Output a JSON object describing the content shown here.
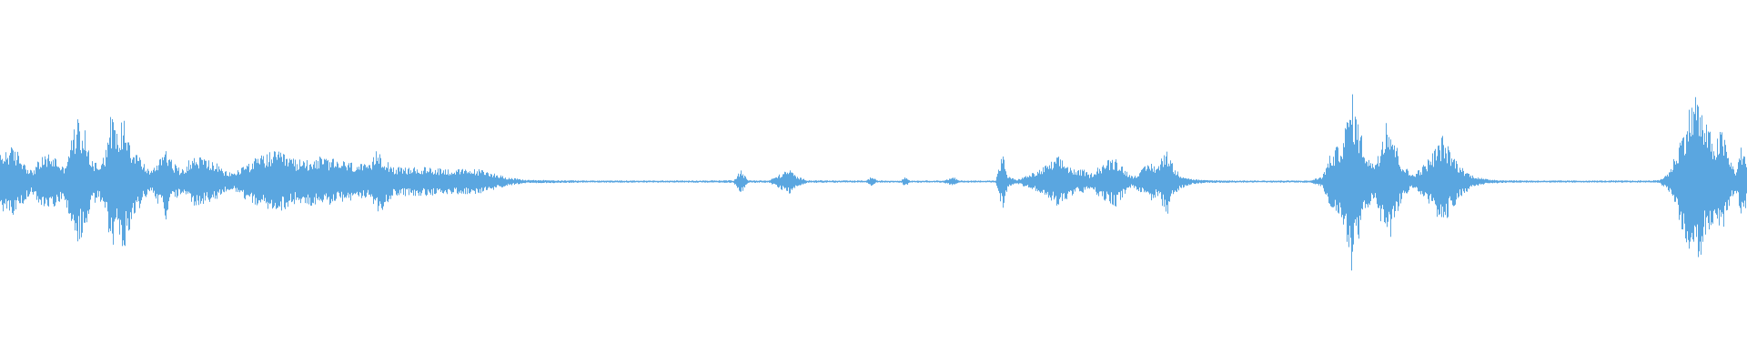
{
  "waveform": {
    "color": "#5aa6e0",
    "peaks": [
      [
        0.0,
        0.15
      ],
      [
        0.005,
        0.2
      ],
      [
        0.01,
        0.17
      ],
      [
        0.015,
        0.1
      ],
      [
        0.018,
        0.06
      ],
      [
        0.022,
        0.12
      ],
      [
        0.027,
        0.16
      ],
      [
        0.032,
        0.14
      ],
      [
        0.036,
        0.08
      ],
      [
        0.04,
        0.22
      ],
      [
        0.044,
        0.36
      ],
      [
        0.048,
        0.3
      ],
      [
        0.052,
        0.14
      ],
      [
        0.056,
        0.1
      ],
      [
        0.06,
        0.18
      ],
      [
        0.064,
        0.42
      ],
      [
        0.067,
        0.26
      ],
      [
        0.071,
        0.4
      ],
      [
        0.075,
        0.22
      ],
      [
        0.079,
        0.16
      ],
      [
        0.083,
        0.09
      ],
      [
        0.087,
        0.06
      ],
      [
        0.091,
        0.14
      ],
      [
        0.095,
        0.22
      ],
      [
        0.098,
        0.12
      ],
      [
        0.103,
        0.07
      ],
      [
        0.108,
        0.12
      ],
      [
        0.113,
        0.15
      ],
      [
        0.118,
        0.13
      ],
      [
        0.123,
        0.11
      ],
      [
        0.128,
        0.06
      ],
      [
        0.134,
        0.05
      ],
      [
        0.14,
        0.1
      ],
      [
        0.146,
        0.13
      ],
      [
        0.152,
        0.16
      ],
      [
        0.158,
        0.17
      ],
      [
        0.164,
        0.15
      ],
      [
        0.17,
        0.12
      ],
      [
        0.176,
        0.13
      ],
      [
        0.182,
        0.14
      ],
      [
        0.188,
        0.13
      ],
      [
        0.194,
        0.12
      ],
      [
        0.2,
        0.11
      ],
      [
        0.206,
        0.1
      ],
      [
        0.212,
        0.09
      ],
      [
        0.216,
        0.2
      ],
      [
        0.22,
        0.14
      ],
      [
        0.226,
        0.08
      ],
      [
        0.234,
        0.08
      ],
      [
        0.242,
        0.08
      ],
      [
        0.25,
        0.08
      ],
      [
        0.258,
        0.07
      ],
      [
        0.266,
        0.07
      ],
      [
        0.274,
        0.07
      ],
      [
        0.282,
        0.05
      ],
      [
        0.29,
        0.025
      ],
      [
        0.3,
        0.01
      ],
      [
        0.32,
        0.008
      ],
      [
        0.34,
        0.006
      ],
      [
        0.36,
        0.006
      ],
      [
        0.38,
        0.006
      ],
      [
        0.4,
        0.006
      ],
      [
        0.42,
        0.008
      ],
      [
        0.424,
        0.07
      ],
      [
        0.428,
        0.008
      ],
      [
        0.44,
        0.006
      ],
      [
        0.448,
        0.05
      ],
      [
        0.452,
        0.07
      ],
      [
        0.456,
        0.03
      ],
      [
        0.462,
        0.008
      ],
      [
        0.48,
        0.006
      ],
      [
        0.496,
        0.006
      ],
      [
        0.499,
        0.03
      ],
      [
        0.502,
        0.006
      ],
      [
        0.516,
        0.006
      ],
      [
        0.518,
        0.03
      ],
      [
        0.521,
        0.006
      ],
      [
        0.54,
        0.006
      ],
      [
        0.546,
        0.025
      ],
      [
        0.549,
        0.006
      ],
      [
        0.57,
        0.006
      ],
      [
        0.574,
        0.16
      ],
      [
        0.577,
        0.03
      ],
      [
        0.582,
        0.01
      ],
      [
        0.594,
        0.06
      ],
      [
        0.6,
        0.1
      ],
      [
        0.606,
        0.14
      ],
      [
        0.611,
        0.1
      ],
      [
        0.616,
        0.06
      ],
      [
        0.62,
        0.07
      ],
      [
        0.624,
        0.04
      ],
      [
        0.628,
        0.08
      ],
      [
        0.634,
        0.12
      ],
      [
        0.639,
        0.14
      ],
      [
        0.644,
        0.07
      ],
      [
        0.648,
        0.03
      ],
      [
        0.653,
        0.06
      ],
      [
        0.658,
        0.11
      ],
      [
        0.663,
        0.09
      ],
      [
        0.668,
        0.2
      ],
      [
        0.672,
        0.08
      ],
      [
        0.676,
        0.04
      ],
      [
        0.682,
        0.015
      ],
      [
        0.69,
        0.008
      ],
      [
        0.71,
        0.006
      ],
      [
        0.73,
        0.006
      ],
      [
        0.75,
        0.006
      ],
      [
        0.757,
        0.03
      ],
      [
        0.762,
        0.16
      ],
      [
        0.766,
        0.2
      ],
      [
        0.77,
        0.3
      ],
      [
        0.774,
        0.5
      ],
      [
        0.778,
        0.32
      ],
      [
        0.782,
        0.18
      ],
      [
        0.786,
        0.1
      ],
      [
        0.79,
        0.2
      ],
      [
        0.794,
        0.4
      ],
      [
        0.798,
        0.26
      ],
      [
        0.802,
        0.12
      ],
      [
        0.808,
        0.04
      ],
      [
        0.814,
        0.08
      ],
      [
        0.82,
        0.16
      ],
      [
        0.826,
        0.26
      ],
      [
        0.83,
        0.18
      ],
      [
        0.836,
        0.09
      ],
      [
        0.842,
        0.04
      ],
      [
        0.85,
        0.015
      ],
      [
        0.86,
        0.008
      ],
      [
        0.88,
        0.006
      ],
      [
        0.9,
        0.006
      ],
      [
        0.92,
        0.006
      ],
      [
        0.94,
        0.006
      ],
      [
        0.95,
        0.008
      ],
      [
        0.956,
        0.06
      ],
      [
        0.96,
        0.18
      ],
      [
        0.964,
        0.3
      ],
      [
        0.968,
        0.44
      ],
      [
        0.971,
        0.52
      ],
      [
        0.974,
        0.4
      ],
      [
        0.978,
        0.3
      ],
      [
        0.982,
        0.22
      ],
      [
        0.986,
        0.3
      ],
      [
        0.99,
        0.14
      ],
      [
        0.994,
        0.06
      ],
      [
        0.997,
        0.2
      ],
      [
        1.0,
        0.14
      ]
    ]
  }
}
